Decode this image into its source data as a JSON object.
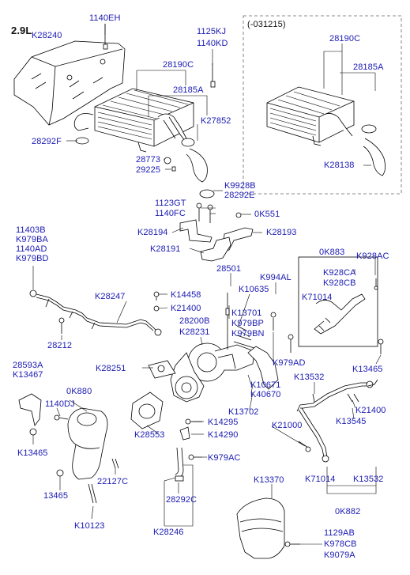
{
  "header": {
    "engine": "2.9L",
    "variant": "(-031215)"
  },
  "colors": {
    "label": "#1a1ab4",
    "line": "#000000",
    "box": "#666666"
  },
  "parts": {
    "p1140EH": "1140EH",
    "pK28240": "K28240",
    "p1125KJ": "1125KJ",
    "p1140KD": "1140KD",
    "p28190C": "28190C",
    "p28185A": "28185A",
    "pK27852": "K27852",
    "p28292F": "28292F",
    "p28773": "28773",
    "p29225": "29225",
    "pK9928B": "K9928B",
    "p28292E": "28292E",
    "p28190C_b": "28190C",
    "p28185A_b": "28185A",
    "pK28138": "K28138",
    "p1123GT": "1123GT",
    "p1140FC": "1140FC",
    "p0K551": "0K551",
    "pK28194": "K28194",
    "pK28193": "K28193",
    "pK28191": "K28191",
    "p11403B": "11403B",
    "pK979BA": "K979BA",
    "p1140AD": "1140AD",
    "pK979BD": "K979BD",
    "p0K883": "0K883",
    "pK928AC": "K928AC",
    "p28501": "28501",
    "pK994AL": "K994AL",
    "pK928CA": "K928CA",
    "pK928CB": "K928CB",
    "pK71014": "K71014",
    "pK10635": "K10635",
    "pK14458": "K14458",
    "pK28247": "K28247",
    "pK21400": "K21400",
    "pK13701": "K13701",
    "p28200B": "28200B",
    "pK979BP": "K979BP",
    "pK28231": "K28231",
    "pK979BN": "K979BN",
    "p28212": "28212",
    "p28593A": "28593A",
    "pK13467": "K13467",
    "pK28251": "K28251",
    "pK979AD": "K979AD",
    "pK13465": "K13465",
    "p0K880": "0K880",
    "pK10671": "K10671",
    "pK40670": "K40670",
    "pK13532": "K13532",
    "p1140DJ": "1140DJ",
    "pK13702": "K13702",
    "pK21400_b": "K21400",
    "pK13545": "K13545",
    "pK14295": "K14295",
    "pK28553": "K28553",
    "pK14290": "K14290",
    "pK21000": "K21000",
    "pK13465_b": "K13465",
    "pK979AC": "K979AC",
    "pK71014_b": "K71014",
    "pK13532_b": "K13532",
    "p22127C": "22127C",
    "pK13370": "K13370",
    "p13465": "13465",
    "p28292C": "28292C",
    "p0K882": "0K882",
    "pK10123": "K10123",
    "pK28246": "K28246",
    "p1129AB": "1129AB",
    "pK978CB": "K978CB",
    "pK9079A": "K9079A"
  }
}
